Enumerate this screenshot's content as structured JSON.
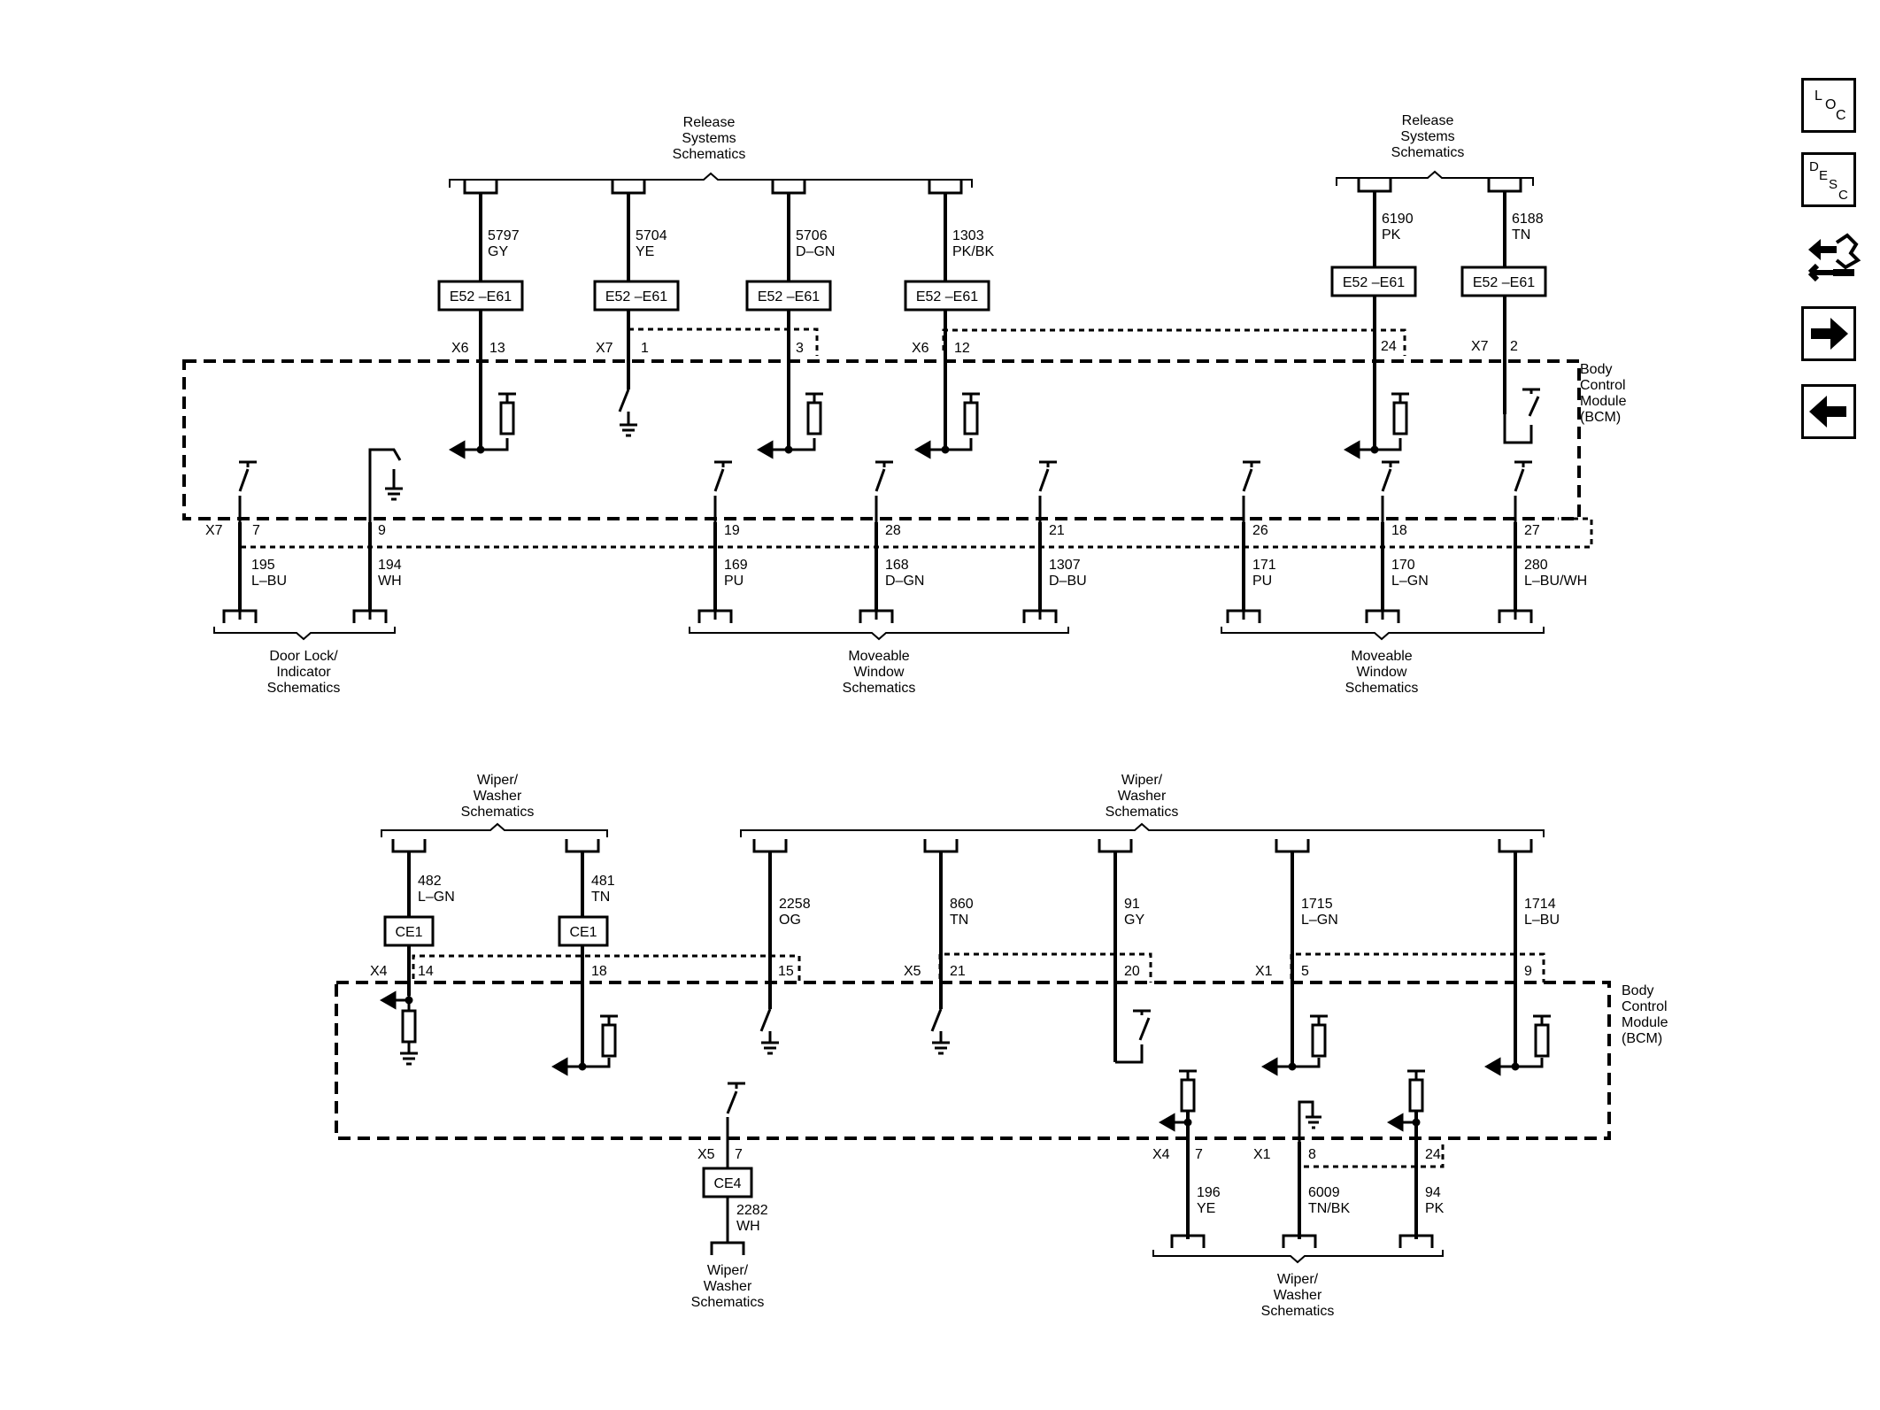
{
  "sidebar": {
    "loc": [
      "L",
      "O",
      "C"
    ],
    "desc": [
      "D",
      "E",
      "S",
      "C"
    ],
    "icon_connector": "connector-tool-icon",
    "icon_next": "arrow-right-icon",
    "icon_prev": "arrow-left-icon"
  },
  "top": {
    "group_release_left": [
      "Release",
      "Systems",
      "Schematics"
    ],
    "group_release_right": [
      "Release",
      "Systems",
      "Schematics"
    ],
    "bcm": [
      "Body",
      "Control",
      "Module",
      "(BCM)"
    ],
    "group_door_lock": [
      "Door Lock/",
      "Indicator",
      "Schematics"
    ],
    "group_window_1": [
      "Moveable",
      "Window",
      "Schematics"
    ],
    "group_window_2": [
      "Moveable",
      "Window",
      "Schematics"
    ],
    "wires_in": [
      {
        "circuit": "5797",
        "color": "GY",
        "box": "E52 –E61",
        "connector": "X6",
        "pin": "13"
      },
      {
        "circuit": "5704",
        "color": "YE",
        "box": "E52 –E61",
        "connector": "X7",
        "pin": "1"
      },
      {
        "circuit": "5706",
        "color": "D–GN",
        "box": "E52 –E61",
        "connector": "",
        "pin": "3"
      },
      {
        "circuit": "1303",
        "color": "PK/BK",
        "box": "E52 –E61",
        "connector": "X6",
        "pin": "12"
      },
      {
        "circuit": "6190",
        "color": "PK",
        "box": "E52 –E61",
        "connector": "",
        "pin": "24"
      },
      {
        "circuit": "6188",
        "color": "TN",
        "box": "E52 –E61",
        "connector": "X7",
        "pin": "2"
      }
    ],
    "wires_out": [
      {
        "circuit": "195",
        "color": "L–BU",
        "connector": "X7",
        "pin": "7"
      },
      {
        "circuit": "194",
        "color": "WH",
        "connector": "",
        "pin": "9"
      },
      {
        "circuit": "169",
        "color": "PU",
        "connector": "",
        "pin": "19"
      },
      {
        "circuit": "168",
        "color": "D–GN",
        "connector": "",
        "pin": "28"
      },
      {
        "circuit": "1307",
        "color": "D–BU",
        "connector": "",
        "pin": "21"
      },
      {
        "circuit": "171",
        "color": "PU",
        "connector": "",
        "pin": "26"
      },
      {
        "circuit": "170",
        "color": "L–GN",
        "connector": "",
        "pin": "18"
      },
      {
        "circuit": "280",
        "color": "L–BU/WH",
        "connector": "",
        "pin": "27"
      }
    ]
  },
  "bottom": {
    "group_wiper_left": [
      "Wiper/",
      "Washer",
      "Schematics"
    ],
    "group_wiper_right": [
      "Wiper/",
      "Washer",
      "Schematics"
    ],
    "group_wiper_bottom1": [
      "Wiper/",
      "Washer",
      "Schematics"
    ],
    "group_wiper_bottom2": [
      "Wiper/",
      "Washer",
      "Schematics"
    ],
    "bcm": [
      "Body",
      "Control",
      "Module",
      "(BCM)"
    ],
    "wires_in": [
      {
        "circuit": "482",
        "color": "L–GN",
        "box": "CE1",
        "connector": "X4",
        "pin": "14"
      },
      {
        "circuit": "481",
        "color": "TN",
        "box": "CE1",
        "connector": "",
        "pin": "18"
      },
      {
        "circuit": "2258",
        "color": "OG",
        "box": "",
        "connector": "",
        "pin": "15"
      },
      {
        "circuit": "860",
        "color": "TN",
        "box": "",
        "connector": "X5",
        "pin": "21"
      },
      {
        "circuit": "91",
        "color": "GY",
        "box": "",
        "connector": "",
        "pin": "20"
      },
      {
        "circuit": "1715",
        "color": "L–GN",
        "box": "",
        "connector": "X1",
        "pin": "5"
      },
      {
        "circuit": "1714",
        "color": "L–BU",
        "box": "",
        "connector": "",
        "pin": "9"
      }
    ],
    "wires_out": [
      {
        "circuit": "2282",
        "color": "WH",
        "box": "CE4",
        "connector": "X5",
        "pin": "7"
      },
      {
        "circuit": "196",
        "color": "YE",
        "connector": "X4",
        "pin": "7"
      },
      {
        "circuit": "6009",
        "color": "TN/BK",
        "connector": "X1",
        "pin": "8"
      },
      {
        "circuit": "94",
        "color": "PK",
        "connector": "",
        "pin": "24"
      }
    ]
  }
}
